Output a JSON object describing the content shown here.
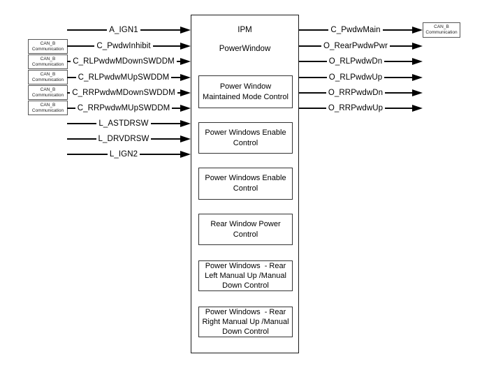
{
  "diagram": {
    "block": {
      "title_line1": "IPM",
      "title_line2": "PowerWindow"
    },
    "can_box": {
      "line1": "CAN_B",
      "line2": "Communication"
    },
    "inputs": [
      {
        "label": "A_IGN1",
        "can_box": false
      },
      {
        "label": "C_PwdwInhibit",
        "can_box": true
      },
      {
        "label": "C_RLPwdwMDownSWDDM",
        "can_box": true
      },
      {
        "label": "C_RLPwdwMUpSWDDM",
        "can_box": true
      },
      {
        "label": "C_RRPwdwMDownSWDDM",
        "can_box": true
      },
      {
        "label": "C_RRPwdwMUpSWDDM",
        "can_box": true
      },
      {
        "label": "L_ASTDRSW",
        "can_box": false
      },
      {
        "label": "L_DRVDRSW",
        "can_box": false
      },
      {
        "label": "L_IGN2",
        "can_box": false
      }
    ],
    "outputs": [
      {
        "label": "C_PwdwMain",
        "can_box": true
      },
      {
        "label": "O_RearPwdwPwr",
        "can_box": false
      },
      {
        "label": "O_RLPwdwDn",
        "can_box": false
      },
      {
        "label": "O_RLPwdwUp",
        "can_box": false
      },
      {
        "label": "O_RRPwdwDn",
        "can_box": false
      },
      {
        "label": "O_RRPwdwUp",
        "can_box": false
      }
    ],
    "sub_blocks": [
      {
        "lines": [
          "Power Window",
          "Maintained Mode Control"
        ]
      },
      {
        "lines": [
          "Power Windows Enable",
          "Control"
        ]
      },
      {
        "lines": [
          "Power Windows Enable",
          "Control"
        ]
      },
      {
        "lines": [
          "Rear Window Power",
          "Control"
        ]
      },
      {
        "lines": [
          "Power Windows  - Rear",
          "Left Manual Up /Manual",
          "Down Control"
        ]
      },
      {
        "lines": [
          "Power Windows  - Rear",
          "Right Manual Up /Manual",
          "Down Control"
        ]
      }
    ],
    "colors": {
      "line": "#000000",
      "background": "#ffffff"
    }
  }
}
